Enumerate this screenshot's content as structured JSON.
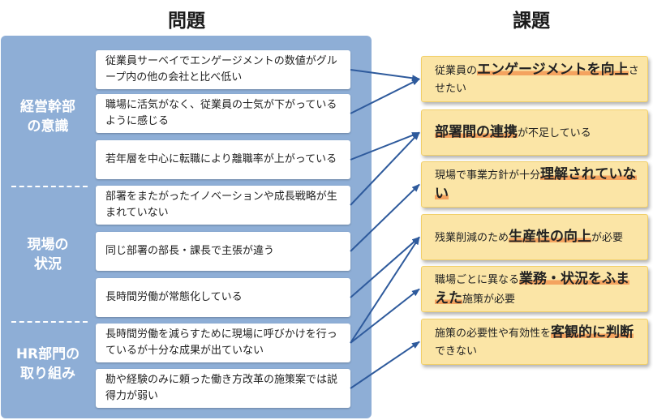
{
  "headers": {
    "problems": "問題",
    "issues": "課題"
  },
  "groups": [
    {
      "label": "経営幹部\nの意識"
    },
    {
      "label": "現場の\n状況"
    },
    {
      "label": "HR部門の\n取り組み"
    }
  ],
  "problems": [
    "従業員サーベイでエンゲージメントの数値がグループ内の他の会社と比べ低い",
    "職場に活気がなく、従業員の士気が下がっているように感じる",
    "若年層を中心に転職により離職率が上がっている",
    "部署をまたがったイノベーションや成長戦略が生まれていない",
    "同じ部署の部長・課長で主張が違う",
    "長時間労働が常態化している",
    "長時間労働を減らすために現場に呼びかけを行っているが十分な成果が出ていない",
    "勘や経験のみに頼った働き方改革の施策案では説得力が弱い"
  ],
  "issues": [
    [
      {
        "t": "従業員の",
        "em": false
      },
      {
        "t": "エンゲージメントを向上",
        "em": true
      },
      {
        "t": "させたい",
        "em": false
      }
    ],
    [
      {
        "t": "部署間の連携",
        "em": true
      },
      {
        "t": "が不足している",
        "em": false
      }
    ],
    [
      {
        "t": "現場で事業方針が十分",
        "em": false
      },
      {
        "t": "理解されていない",
        "em": true
      }
    ],
    [
      {
        "t": "残業削減のため",
        "em": false
      },
      {
        "t": "生産性の向上",
        "em": true
      },
      {
        "t": "が必要",
        "em": false
      }
    ],
    [
      {
        "t": "職場ごとに異なる",
        "em": false
      },
      {
        "t": "業務・状況を",
        "em": true
      },
      {
        "t": "ふまえた",
        "em": true
      },
      {
        "t": "施策が必要",
        "em": false
      }
    ],
    [
      {
        "t": "施策の必要性や有効性を",
        "em": false
      },
      {
        "t": "客観的に判断",
        "em": true
      },
      {
        "t": "できない",
        "em": false
      }
    ]
  ],
  "links": [
    {
      "from": 0,
      "to": 0
    },
    {
      "from": 1,
      "to": 0
    },
    {
      "from": 2,
      "to": 1
    },
    {
      "from": 3,
      "to": 1
    },
    {
      "from": 4,
      "to": 2
    },
    {
      "from": 5,
      "to": 3
    },
    {
      "from": 6,
      "to": 3
    },
    {
      "from": 6,
      "to": 4
    },
    {
      "from": 7,
      "to": 5
    }
  ],
  "colors": {
    "panel": "#8eaed6",
    "issue_fill": "#fbe5a6",
    "highlight": "#f4a35f",
    "arrow": "#2e5a9c"
  }
}
